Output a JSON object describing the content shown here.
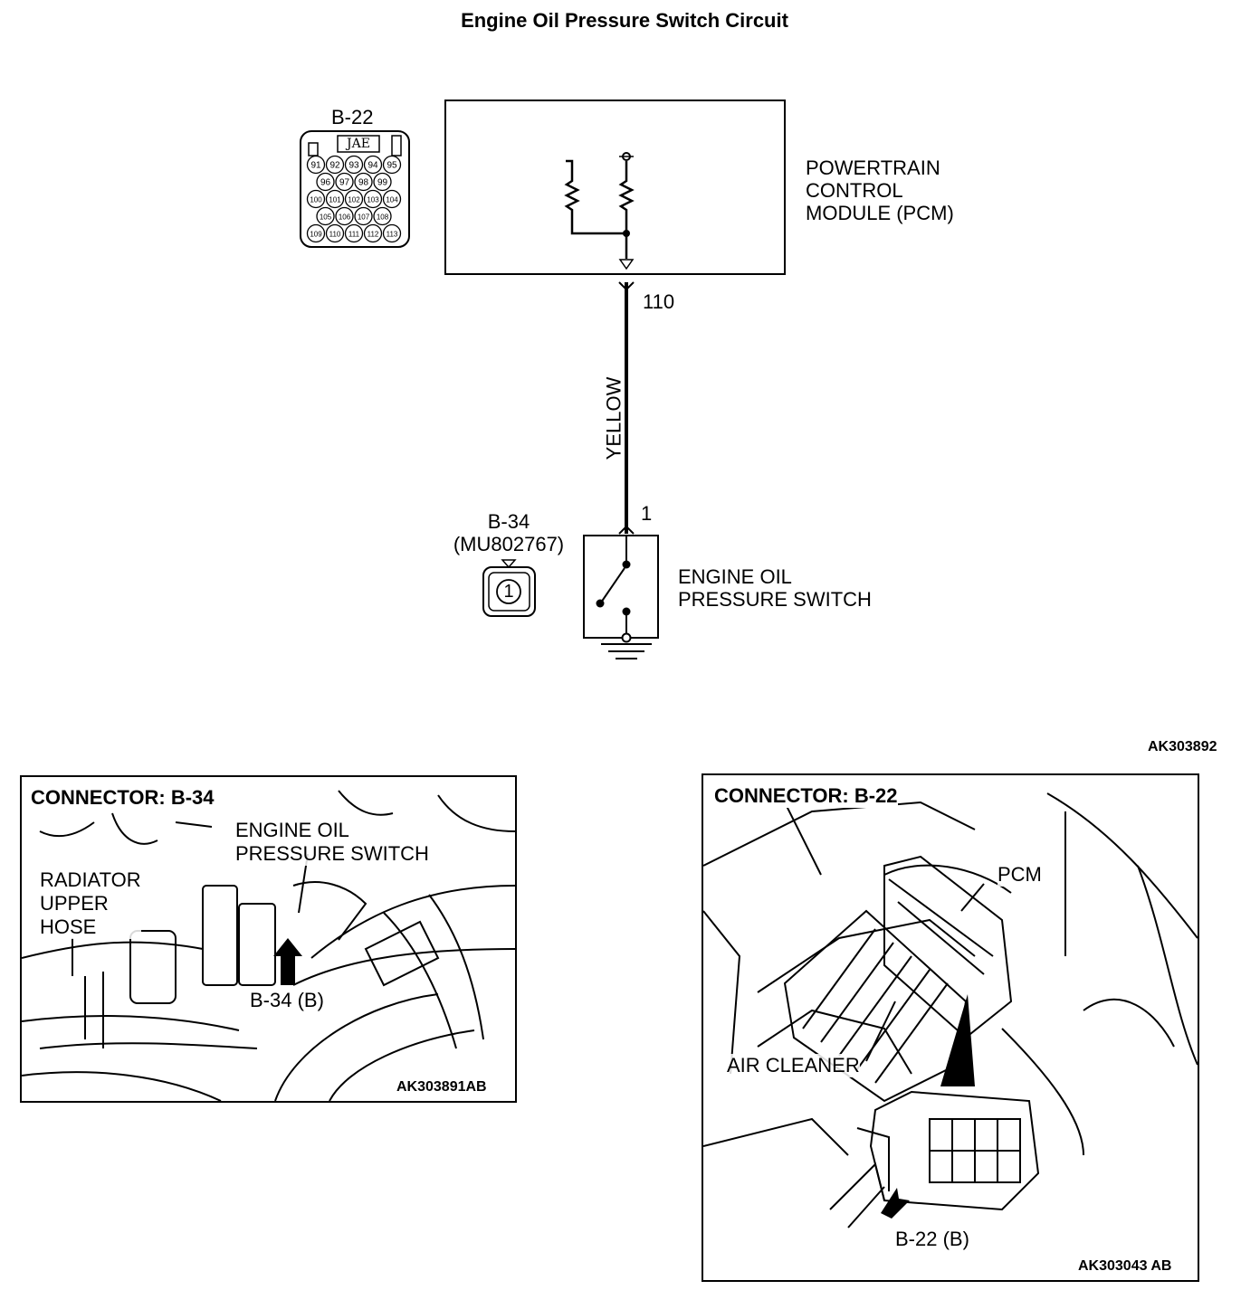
{
  "title": "Engine Oil Pressure Switch Circuit",
  "figure_code": "AK303892",
  "pcm": {
    "label_lines": [
      "POWERTRAIN",
      "CONTROL",
      "MODULE (PCM)"
    ],
    "pin": "110"
  },
  "connector_b22": {
    "label": "B-22",
    "brand": "JAE",
    "pin_rows": [
      [
        "91",
        "92",
        "93",
        "94",
        "95"
      ],
      [
        "96",
        "97",
        "98",
        "99"
      ],
      [
        "100",
        "101",
        "102",
        "103",
        "104"
      ],
      [
        "105",
        "106",
        "107",
        "108"
      ],
      [
        "109",
        "110",
        "111",
        "112",
        "113"
      ]
    ]
  },
  "wire": {
    "color_label": "YELLOW"
  },
  "connector_b34": {
    "label": "B-34",
    "part": "(MU802767)",
    "pin": "1"
  },
  "switch": {
    "label_lines": [
      "ENGINE OIL",
      "PRESSURE SWITCH"
    ],
    "pin": "1"
  },
  "panel_b34": {
    "title": "CONNECTOR: B-34",
    "switch_label_lines": [
      "ENGINE OIL",
      "PRESSURE SWITCH"
    ],
    "hose_label_lines": [
      "RADIATOR",
      "UPPER",
      "HOSE"
    ],
    "connector_label": "B-34 (B)",
    "code": "AK303891AB"
  },
  "panel_b22": {
    "title": "CONNECTOR: B-22",
    "pcm_label": "PCM",
    "air_cleaner_label": "AIR CLEANER",
    "connector_label": "B-22 (B)",
    "code": "AK303043 AB"
  }
}
